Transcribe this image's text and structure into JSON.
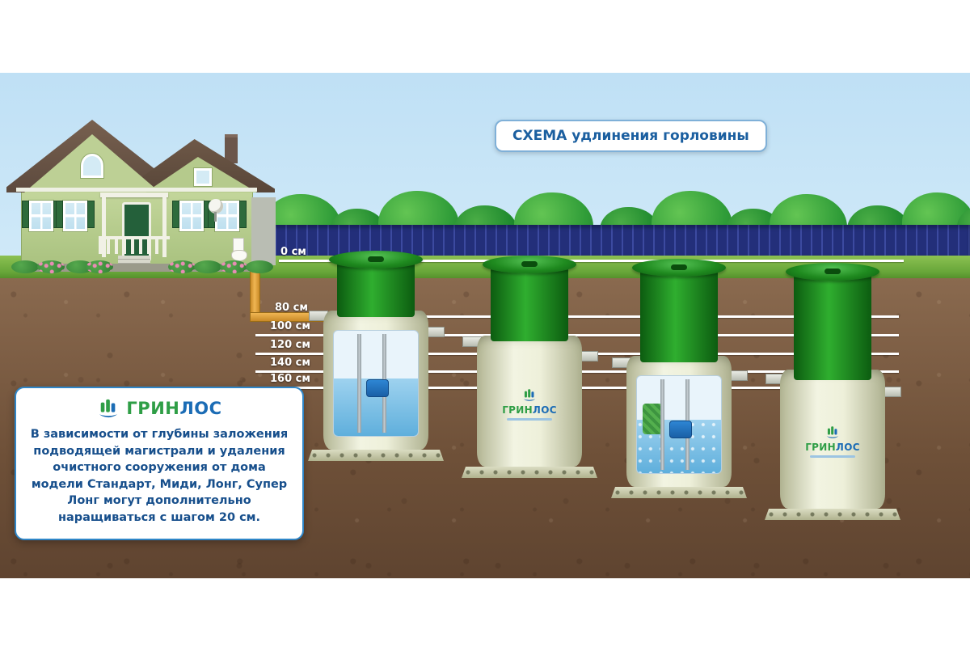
{
  "title": "СХЕМА удлинения горловины",
  "depth_markers": [
    {
      "label": "0 см"
    },
    {
      "label": "80 см"
    },
    {
      "label": "100 см"
    },
    {
      "label": "120 см"
    },
    {
      "label": "140 см"
    },
    {
      "label": "160 см"
    }
  ],
  "brand": {
    "green": "ГРИН",
    "blue": "ЛОС"
  },
  "info": {
    "text": "В зависимости от глубины заложения подводящей магистрали и удаления очистного сооружения от дома модели Стандарт, Миди, Лонг, Супер Лонг могут дополнительно наращиваться с шагом 20 см."
  },
  "colors": {
    "title_blue": "#1b5fa0",
    "brand_green": "#2f9e46",
    "brand_blue": "#1b6cb5",
    "tank_green": "#1f8a1f",
    "soil_brown": "#7b5c45",
    "sky_blue": "#cfe9f8",
    "fence_navy": "#2b3a8c",
    "pipe_yellow": "#e6a23c",
    "grass_green": "#6fae3f",
    "depth_line_white": "#ffffff"
  }
}
